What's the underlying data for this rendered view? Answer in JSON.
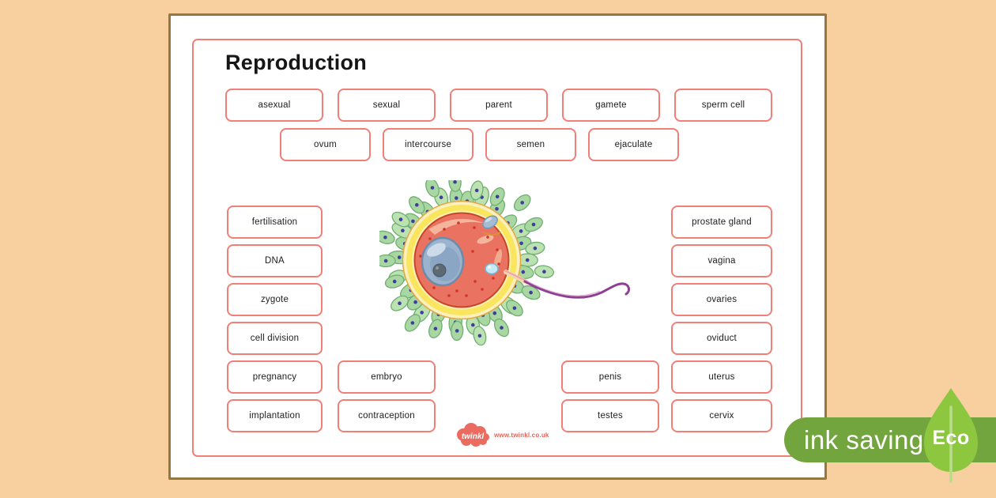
{
  "page": {
    "title": "Reproduction",
    "words": {
      "row1": [
        "asexual",
        "sexual",
        "parent",
        "gamete",
        "sperm cell"
      ],
      "row2": [
        "ovum",
        "intercourse",
        "semen",
        "ejaculate"
      ],
      "left_column": [
        "fertilisation",
        "DNA",
        "zygote",
        "cell division",
        "pregnancy",
        "implantation"
      ],
      "right_column": [
        "prostate gland",
        "vagina",
        "ovaries",
        "oviduct",
        "uterus",
        "cervix"
      ],
      "bottom_mid_left": [
        "embryo",
        "contraception"
      ],
      "bottom_mid_right": [
        "penis",
        "testes"
      ]
    }
  },
  "illustration": {
    "name": "fertilisation - egg cell with sperm"
  },
  "footer": {
    "logo_text": "twinkl",
    "website": "www.twinkl.co.uk"
  },
  "badge": {
    "label": "ink saving",
    "eco": "Eco"
  },
  "colors": {
    "background": "#f8d0a0",
    "accent": "#ef7f77",
    "badge_green": "#73a53e",
    "leaf_green": "#8dc63f",
    "logo_red": "#e96258"
  }
}
